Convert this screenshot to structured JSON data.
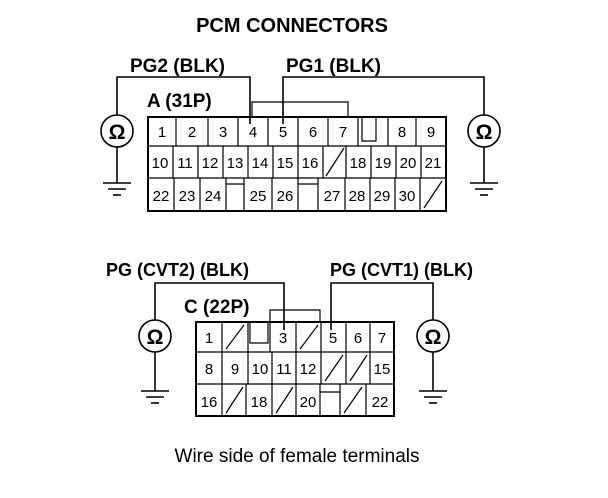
{
  "title": "PCM CONNECTORS",
  "caption": "Wire side of female terminals",
  "connector_a": {
    "label": "A (31P)",
    "probe_left": "PG2 (BLK)",
    "probe_right": "PG1 (BLK)",
    "rows": [
      [
        "1",
        "2",
        "3",
        "4",
        "5",
        "6",
        "7",
        "",
        "8",
        "9"
      ],
      [
        "10",
        "11",
        "12",
        "13",
        "14",
        "15",
        "16",
        "/",
        "18",
        "19",
        "20",
        "21"
      ],
      [
        "22",
        "23",
        "24",
        "",
        "25",
        "26",
        "",
        "27",
        "28",
        "29",
        "30",
        "/"
      ]
    ]
  },
  "connector_c": {
    "label": "C (22P)",
    "probe_left": "PG (CVT2) (BLK)",
    "probe_right": "PG (CVT1) (BLK)",
    "rows": [
      [
        "1",
        "/",
        "",
        "3",
        "/",
        "5",
        "6",
        "7"
      ],
      [
        "8",
        "9",
        "10",
        "11",
        "12",
        "/",
        "/",
        "15"
      ],
      [
        "16",
        "/",
        "18",
        "/",
        "20",
        "",
        "/",
        "22"
      ]
    ]
  },
  "icons": {
    "ohmmeter": "ohmmeter-omega-icon",
    "ground": "ground-symbol-icon"
  }
}
